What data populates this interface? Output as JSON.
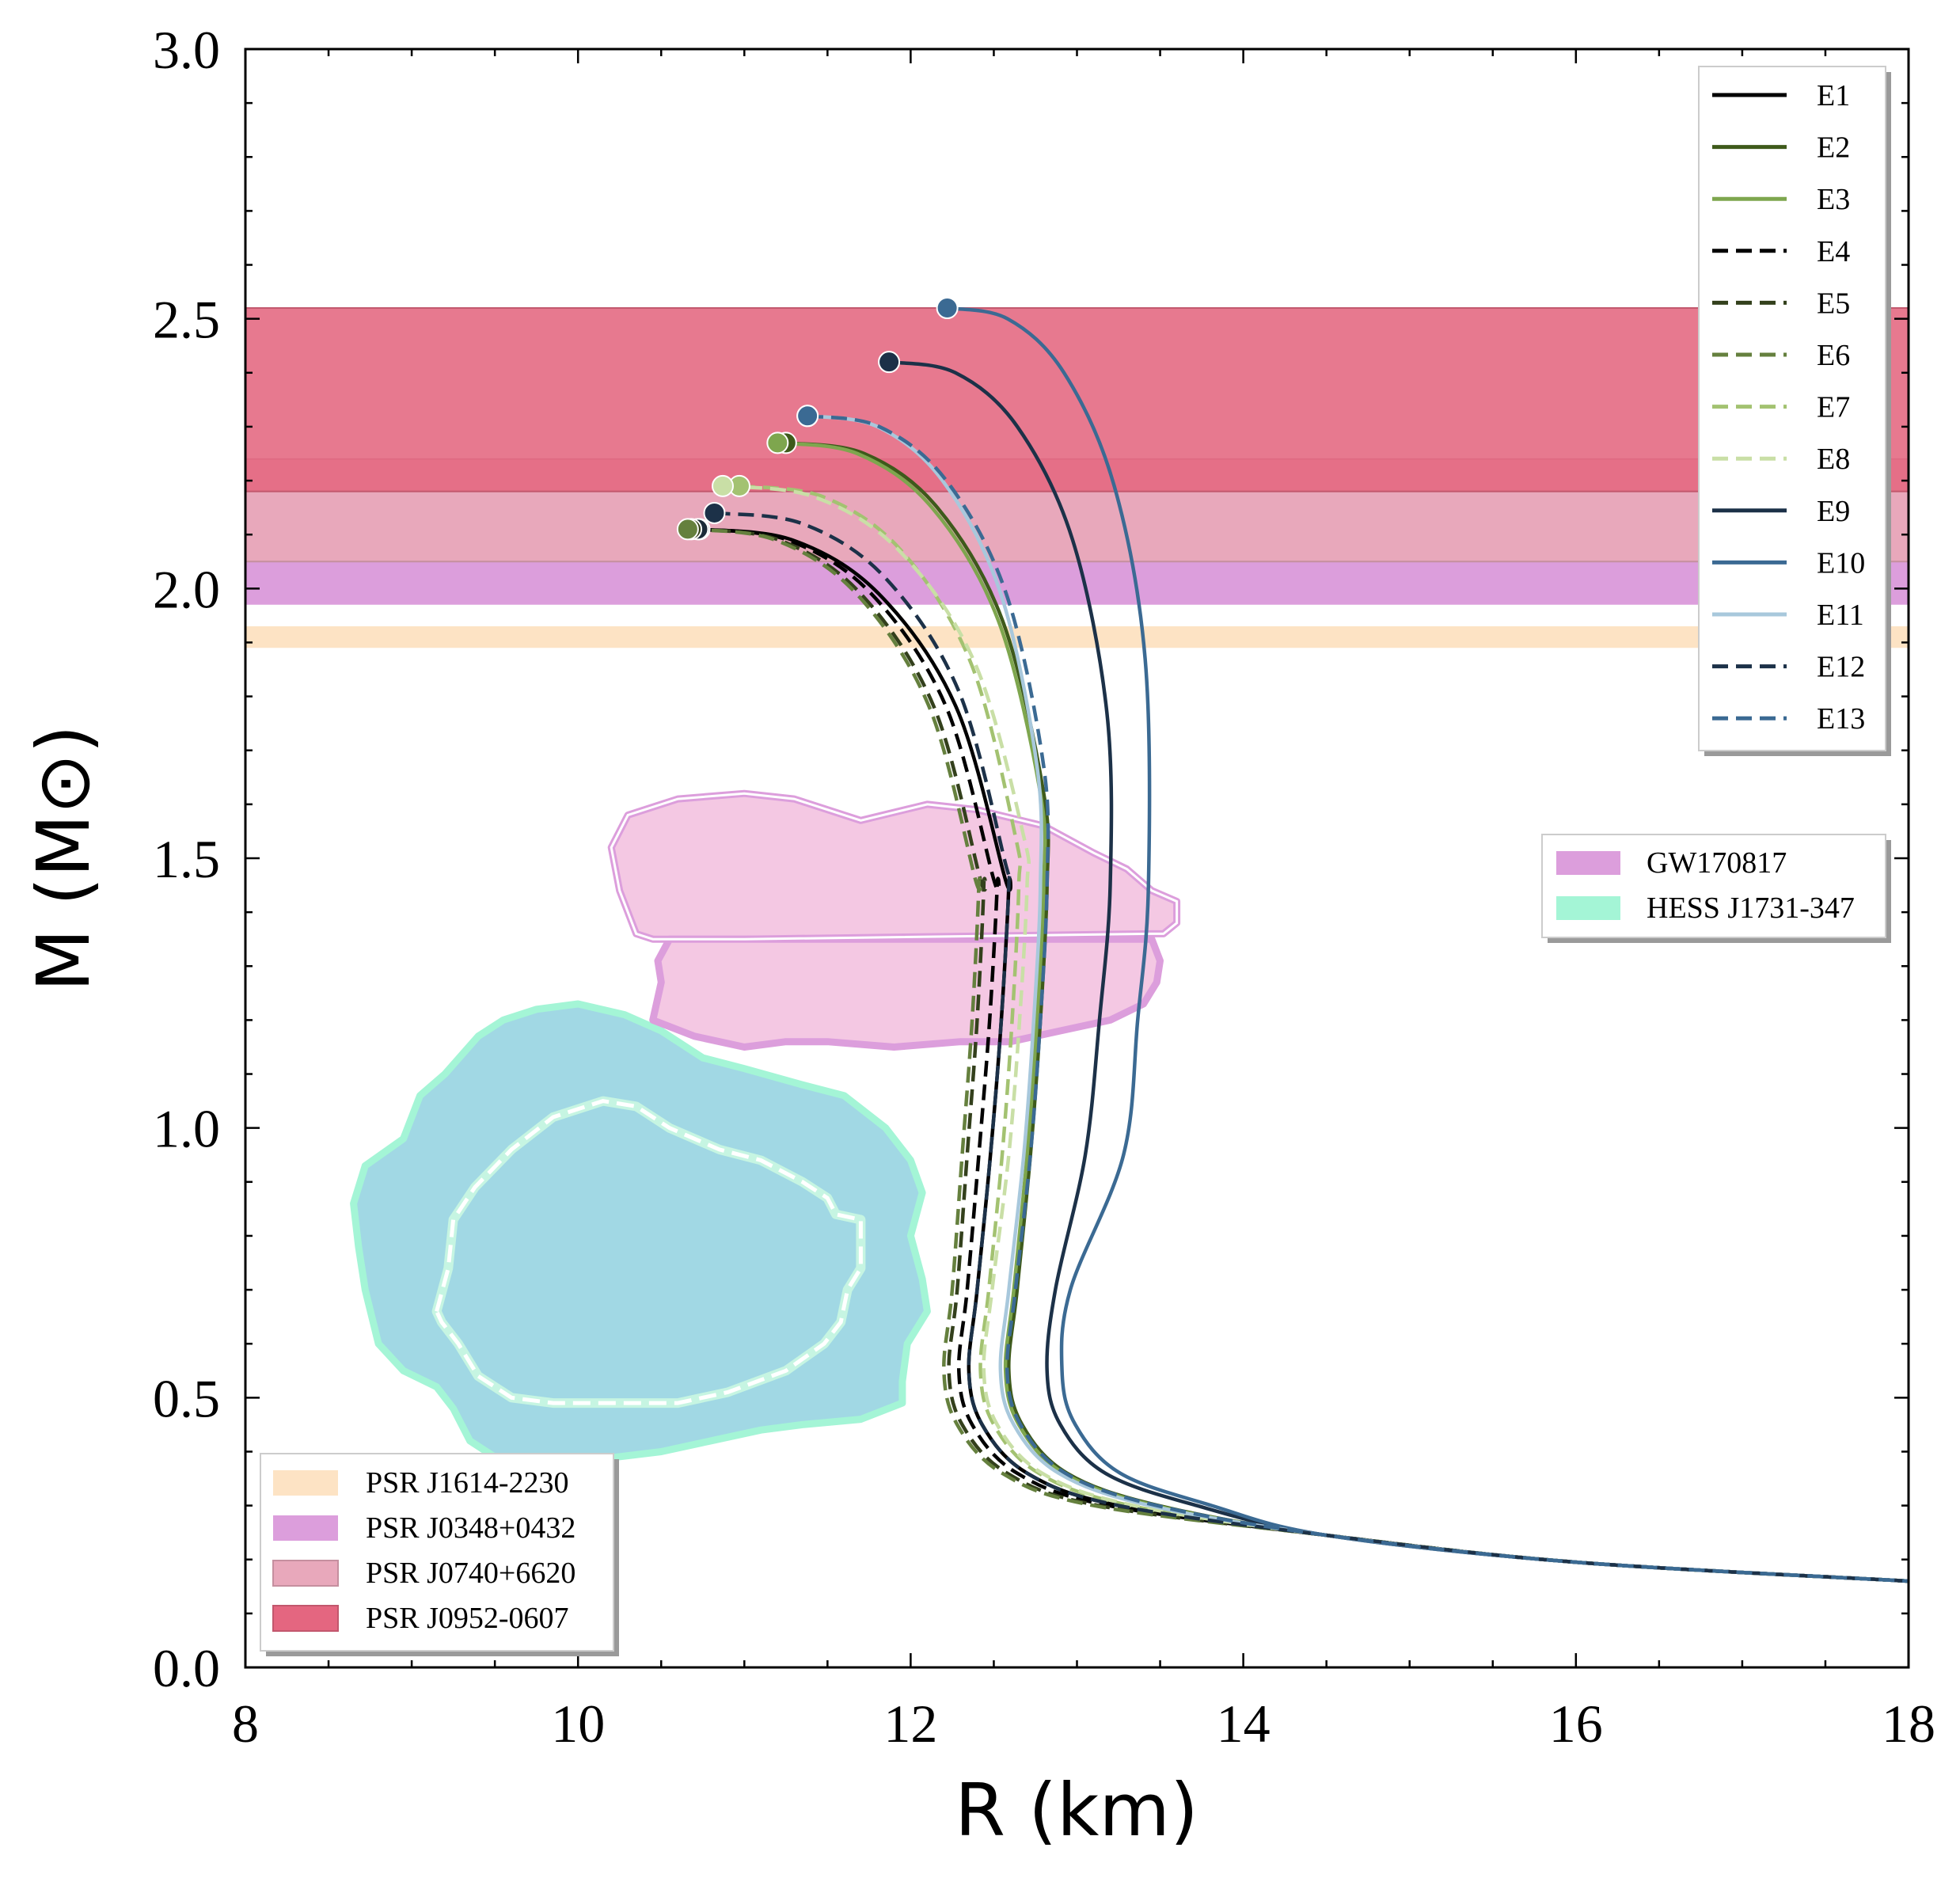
{
  "chart_data": {
    "type": "line",
    "xlabel": "R (km)",
    "ylabel": "M (M⊙)",
    "xlim": [
      8,
      18
    ],
    "ylim": [
      0,
      3.0
    ],
    "x_ticks": [
      "8",
      "10",
      "12",
      "14",
      "16",
      "18"
    ],
    "y_ticks": [
      "0.0",
      "0.5",
      "1.0",
      "1.5",
      "2.0",
      "2.5",
      "3.0"
    ],
    "bands": [
      {
        "name": "PSR J1614-2230",
        "ymin": 1.89,
        "ymax": 1.93,
        "color": "#fde3c4"
      },
      {
        "name": "PSR J0348+0432",
        "ymin": 1.97,
        "ymax": 2.05,
        "color": "#dc9edc"
      },
      {
        "name": "PSR J0740+6620",
        "ymin": 2.05,
        "ymax": 2.24,
        "color": "#e8a8bb"
      },
      {
        "name": "PSR J0952-0607",
        "ymin": 2.18,
        "ymax": 2.52,
        "color": "#e46680"
      }
    ],
    "regions": [
      {
        "name": "GW170817",
        "color": "#dc9edc"
      },
      {
        "name": "HESS J1731-347",
        "color": "#a4f5d6"
      }
    ],
    "series": [
      {
        "name": "E1",
        "style": "solid",
        "color": "#000000",
        "Mmax": 2.11,
        "Rmax": 10.73,
        "Rturn": 12.59,
        "R1": 12.48,
        "Rlow": 12.35
      },
      {
        "name": "E2",
        "style": "solid",
        "color": "#3e5a1b",
        "Mmax": 2.27,
        "Rmax": 11.25,
        "Rturn": 12.82,
        "R1": 12.72,
        "Rlow": 12.59
      },
      {
        "name": "E3",
        "style": "solid",
        "color": "#7ea64e",
        "Mmax": 2.27,
        "Rmax": 11.2,
        "Rturn": 12.8,
        "R1": 12.7,
        "Rlow": 12.57
      },
      {
        "name": "E4",
        "style": "dashed",
        "color": "#000000",
        "Mmax": 2.11,
        "Rmax": 10.72,
        "Rturn": 12.52,
        "R1": 12.41,
        "Rlow": 12.29
      },
      {
        "name": "E5",
        "style": "dashed",
        "color": "#33401c",
        "Mmax": 2.11,
        "Rmax": 10.68,
        "Rturn": 12.44,
        "R1": 12.34,
        "Rlow": 12.23
      },
      {
        "name": "E6",
        "style": "dashed",
        "color": "#65803e",
        "Mmax": 2.11,
        "Rmax": 10.66,
        "Rturn": 12.41,
        "R1": 12.31,
        "Rlow": 12.2
      },
      {
        "name": "E7",
        "style": "dashed",
        "color": "#a3c271",
        "Mmax": 2.19,
        "Rmax": 10.97,
        "Rturn": 12.65,
        "R1": 12.55,
        "Rlow": 12.42
      },
      {
        "name": "E8",
        "style": "dashed",
        "color": "#c9dfa6",
        "Mmax": 2.19,
        "Rmax": 10.87,
        "Rturn": 12.7,
        "R1": 12.59,
        "Rlow": 12.44
      },
      {
        "name": "E9",
        "style": "solid",
        "color": "#1c3148",
        "Mmax": 2.42,
        "Rmax": 11.87,
        "Rturn": 13.2,
        "R1": 13.05,
        "Rlow": 12.82
      },
      {
        "name": "E10",
        "style": "solid",
        "color": "#3b6a93",
        "Mmax": 2.52,
        "Rmax": 12.22,
        "Rturn": 13.43,
        "R1": 13.28,
        "Rlow": 12.91
      },
      {
        "name": "E11",
        "style": "solid",
        "color": "#a8c8dc",
        "Mmax": 2.32,
        "Rmax": 11.38,
        "Rturn": 12.78,
        "R1": 12.68,
        "Rlow": 12.54
      },
      {
        "name": "E12",
        "style": "dashed",
        "color": "#1c3148",
        "Mmax": 2.14,
        "Rmax": 10.82,
        "Rturn": 12.59,
        "R1": 12.48,
        "Rlow": 12.35
      },
      {
        "name": "E13",
        "style": "dashed",
        "color": "#3b6a93",
        "Mmax": 2.32,
        "Rmax": 11.38,
        "Rturn": 12.82,
        "R1": 12.72,
        "Rlow": 12.58
      }
    ],
    "tail": {
      "R_at_18": 0.16
    },
    "legends": {
      "curves": "top-right",
      "regions": "right",
      "bands": "bottom-left"
    }
  }
}
